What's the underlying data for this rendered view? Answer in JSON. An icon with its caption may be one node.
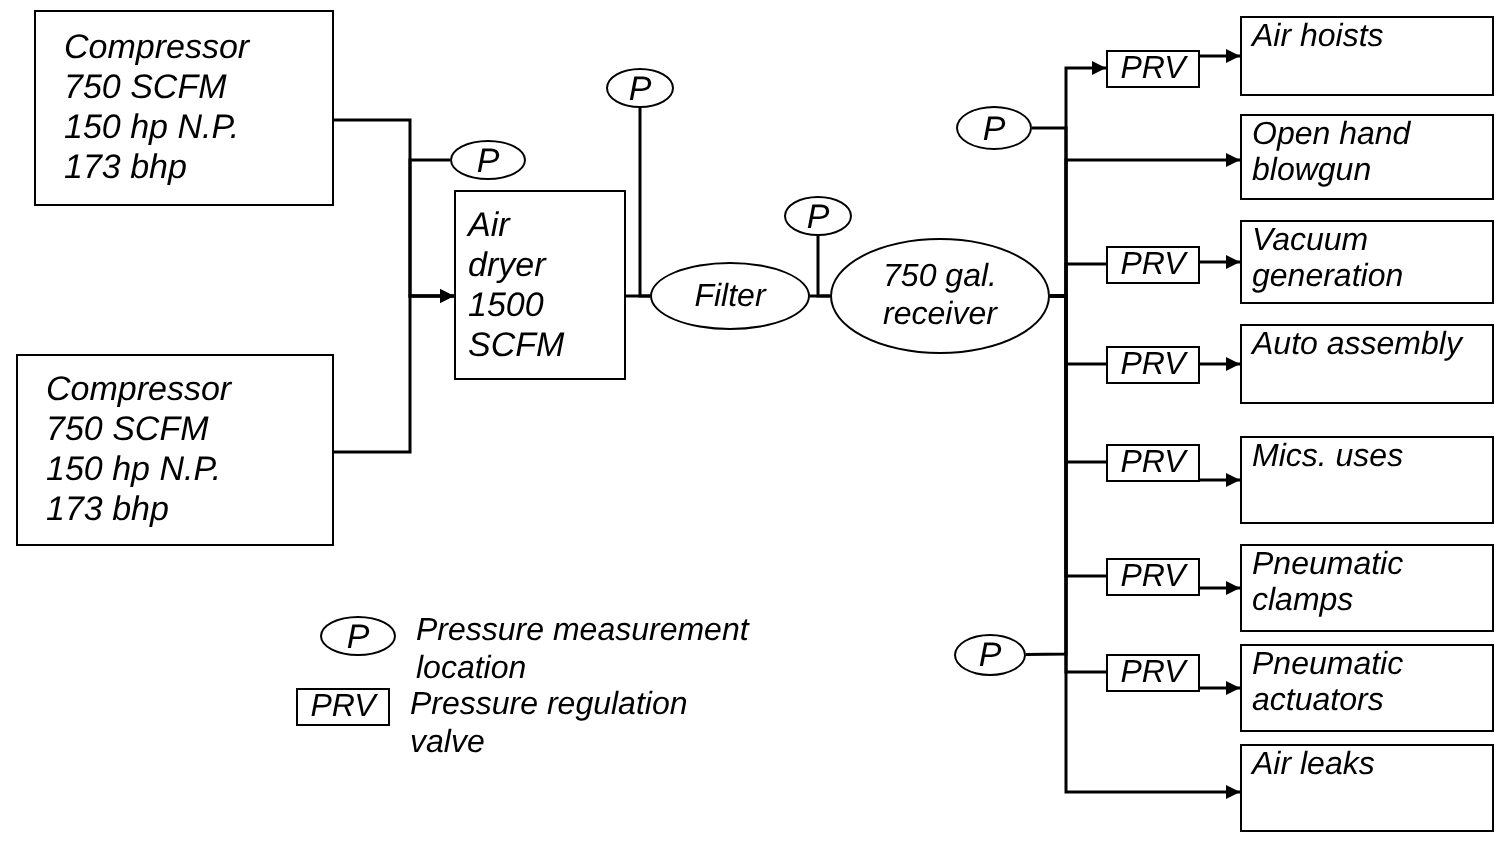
{
  "diagram": {
    "nodes": [
      {
        "text": [
          "Compressor 750 SCFM 150 hp N.P. 173 bhp"
        ]
      },
      {
        "text": [
          "Compressor 750 SCFM 150 hp N.P. 173 bhp"
        ]
      },
      {
        "text": [
          "Air dryer 1500 SCFM"
        ]
      },
      {
        "text": [
          "P"
        ]
      },
      {
        "text": [
          "Filter"
        ]
      },
      {
        "text": [
          "P"
        ]
      },
      {
        "text": [
          "P"
        ]
      },
      {
        "text": [
          "750 gal. receiver"
        ]
      },
      {
        "text": [
          "P"
        ]
      },
      {
        "text": [
          "PRV"
        ]
      },
      {
        "text": [
          "Air hoists"
        ]
      },
      {
        "text": [
          "Open hand blowgun"
        ]
      },
      {
        "text": [
          "PRV"
        ]
      },
      {
        "text": [
          "Vacuum generation"
        ]
      },
      {
        "text": [
          "PRV"
        ]
      },
      {
        "text": [
          "Auto assembly"
        ]
      },
      {
        "text": [
          "PRV"
        ]
      },
      {
        "text": [
          "Mics. uses"
        ]
      },
      {
        "text": [
          "PRV"
        ]
      },
      {
        "text": [
          "Pneumatic clamps"
        ]
      },
      {
        "text": [
          "PRV"
        ]
      },
      {
        "text": [
          "Pneumatic actuators"
        ]
      },
      {
        "text": [
          "Air leaks"
        ]
      },
      {
        "text": [
          "P"
        ]
      }
    ],
    "edges": [
      {
        "from": 0,
        "to": 2,
        "arrow": "to"
      },
      {
        "from": 1,
        "to": 2,
        "arrow": "to"
      },
      {
        "from": 3,
        "to": 2,
        "arrow": "none"
      },
      {
        "from": 2,
        "to": 4,
        "arrow": "none"
      },
      {
        "from": 5,
        "to": 4,
        "arrow": "none"
      },
      {
        "from": 4,
        "to": 7,
        "arrow": "none"
      },
      {
        "from": 6,
        "to": 7,
        "arrow": "none"
      },
      {
        "from": 7,
        "to": 9,
        "arrow": "to"
      },
      {
        "from": 9,
        "to": 10,
        "arrow": "to"
      },
      {
        "from": 7,
        "to": 11,
        "arrow": "to"
      },
      {
        "from": 7,
        "to": 12,
        "arrow": "none"
      },
      {
        "from": 12,
        "to": 13,
        "arrow": "to"
      },
      {
        "from": 7,
        "to": 14,
        "arrow": "none"
      },
      {
        "from": 14,
        "to": 15,
        "arrow": "to"
      },
      {
        "from": 7,
        "to": 16,
        "arrow": "none"
      },
      {
        "from": 16,
        "to": 17,
        "arrow": "to"
      },
      {
        "from": 7,
        "to": 18,
        "arrow": "none"
      },
      {
        "from": 18,
        "to": 19,
        "arrow": "to"
      },
      {
        "from": 7,
        "to": 20,
        "arrow": "none"
      },
      {
        "from": 20,
        "to": 21,
        "arrow": "to"
      },
      {
        "from": 7,
        "to": 22,
        "arrow": "to"
      },
      {
        "from": 8,
        "to": 7,
        "arrow": "none"
      },
      {
        "from": 23,
        "to": 7,
        "arrow": "none"
      }
    ],
    "labels": [
      "P",
      "PRV"
    ],
    "legend": [
      {
        "text": "Pressure measurement location"
      },
      {
        "text": "Pressure regulation valve"
      }
    ]
  }
}
